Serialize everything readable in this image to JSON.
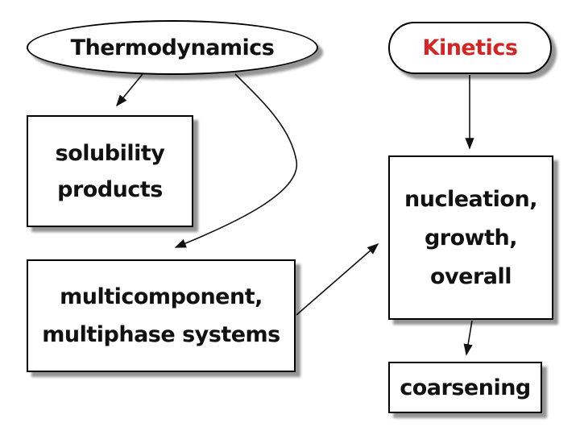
{
  "diagram": {
    "colors": {
      "background": "#ffffff",
      "node_fill": "#ffffff",
      "node_border": "#000000",
      "text": "#111111",
      "kinetics_text": "#d42424",
      "shadow": "rgba(0,0,0,0.42)"
    },
    "nodes": {
      "thermodynamics": {
        "shape": "ellipse",
        "label": "Thermodynamics"
      },
      "kinetics": {
        "shape": "stadium",
        "label": "Kinetics"
      },
      "solubility": {
        "shape": "rect",
        "lines": [
          "solubility",
          "products"
        ]
      },
      "multicomponent": {
        "shape": "rect",
        "lines": [
          "multicomponent,",
          "multiphase systems"
        ]
      },
      "nucleation": {
        "shape": "rect",
        "lines": [
          "nucleation,",
          "growth,",
          "overall"
        ]
      },
      "coarsening": {
        "shape": "rect",
        "lines": [
          "coarsening"
        ]
      }
    },
    "edges": [
      {
        "from": "thermodynamics",
        "to": "solubility",
        "style": "straight-arrow"
      },
      {
        "from": "thermodynamics",
        "to": "multicomponent",
        "style": "curved-arrow"
      },
      {
        "from": "kinetics",
        "to": "nucleation",
        "style": "straight-arrow"
      },
      {
        "from": "multicomponent",
        "to": "nucleation",
        "style": "straight-arrow"
      },
      {
        "from": "nucleation",
        "to": "coarsening",
        "style": "straight-arrow"
      }
    ]
  }
}
